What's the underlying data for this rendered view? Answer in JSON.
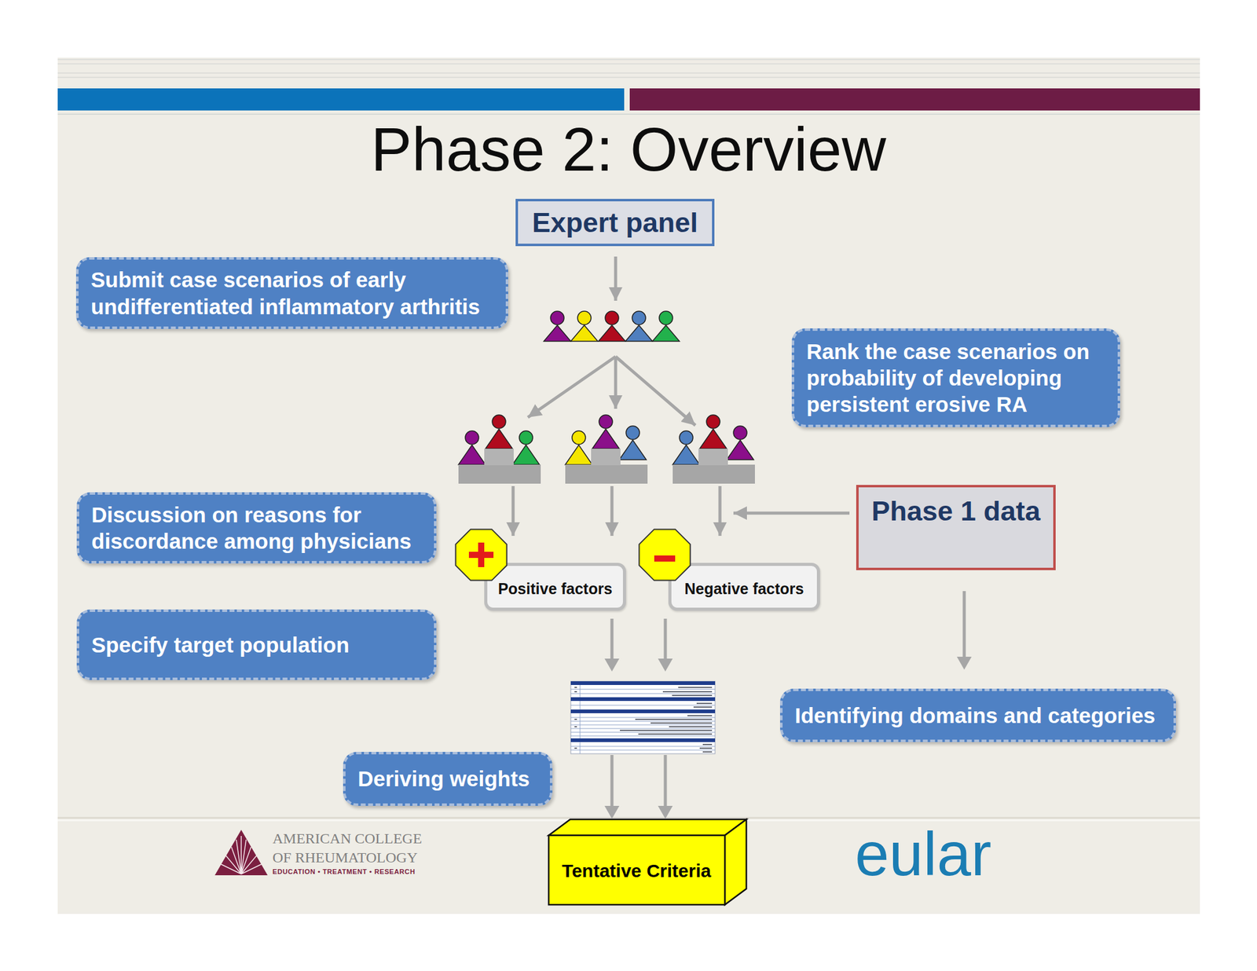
{
  "diagram": {
    "title": "Phase 2: Overview",
    "nodes": [
      {
        "text": [
          "Expert panel"
        ]
      },
      {
        "text": [
          "Submit case scenarios of early undifferentiated inflammatory arthritis"
        ]
      },
      {
        "text": [
          "Rank the case scenarios on probability of developing persistent erosive RA"
        ]
      },
      {
        "text": [
          "Phase 1 data"
        ]
      },
      {
        "text": [
          "Discussion on reasons for discordance among physicians"
        ]
      },
      {
        "text": [
          "Positive factors"
        ]
      },
      {
        "text": [
          "Negative factors"
        ]
      },
      {
        "text": [
          "Specify target population"
        ]
      },
      {
        "text": [
          "Identifying domains and categories"
        ]
      },
      {
        "text": [
          "Deriving weights"
        ]
      },
      {
        "text": [
          "Tentative Criteria"
        ]
      }
    ],
    "edges": [
      {
        "from": 5,
        "to": 10,
        "arrow": "to"
      },
      {
        "from": 6,
        "to": 10,
        "arrow": "to"
      },
      {
        "from": 3,
        "to": 8,
        "arrow": "to"
      }
    ],
    "labels": [
      "AMERICAN COLLEGE OF RHEUMATOLOGY",
      "EDUCATION • TREATMENT • RESEARCH",
      "eular"
    ]
  }
}
